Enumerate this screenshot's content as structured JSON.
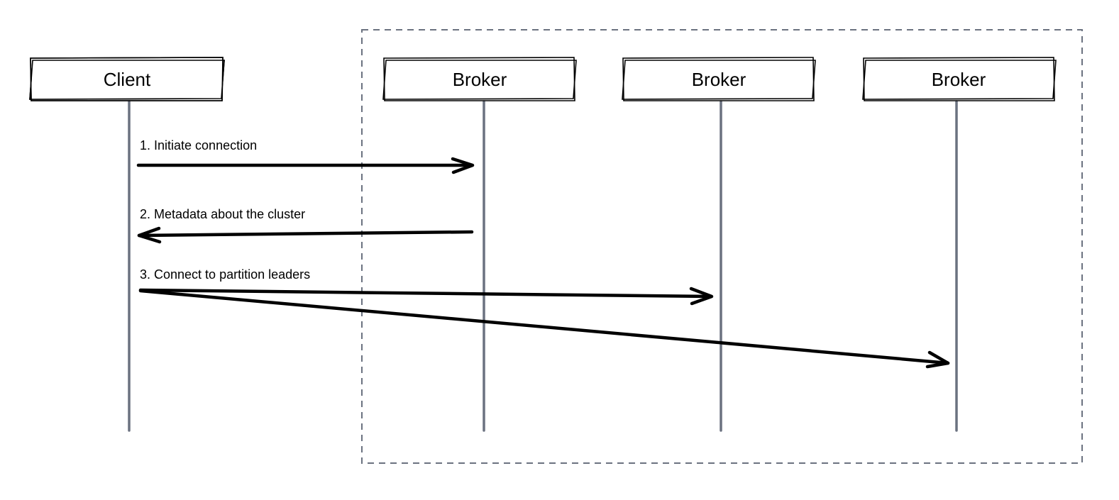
{
  "colors": {
    "box_stroke": "#000000",
    "lifeline": "#6b7280",
    "arrow": "#000000",
    "cluster_border": "#6b7280"
  },
  "participants": [
    {
      "id": "client",
      "label": "Client"
    },
    {
      "id": "broker1",
      "label": "Broker"
    },
    {
      "id": "broker2",
      "label": "Broker"
    },
    {
      "id": "broker3",
      "label": "Broker"
    }
  ],
  "messages": [
    {
      "id": "m1",
      "label": "1. Initiate connection",
      "from": "client",
      "to": "broker1"
    },
    {
      "id": "m2",
      "label": "2. Metadata about the cluster",
      "from": "broker1",
      "to": "client"
    },
    {
      "id": "m3",
      "label": "3. Connect to partition leaders",
      "from": "client",
      "to": [
        "broker2",
        "broker3"
      ]
    }
  ]
}
